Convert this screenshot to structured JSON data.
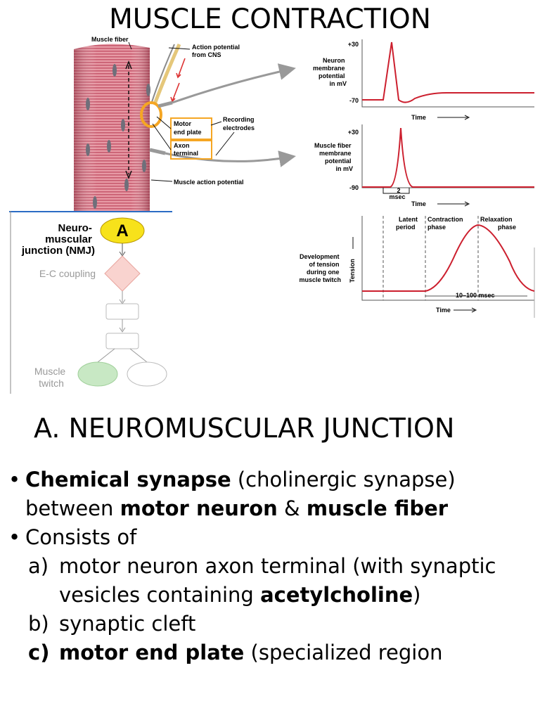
{
  "title": "MUSCLE CONTRACTION",
  "muscle_figure": {
    "muscle_fiber_label": "Muscle fiber",
    "action_potential_label": [
      "Action potential",
      "from CNS"
    ],
    "motor_end_plate_label": [
      "Motor",
      "end plate"
    ],
    "axon_terminal_label": [
      "Axon",
      "terminal"
    ],
    "recording_electrodes_label": [
      "Recording",
      "electrodes"
    ],
    "muscle_action_potential_label": "Muscle action potential"
  },
  "graphs": {
    "neuron": {
      "ylabel": [
        "Neuron",
        "membrane",
        "potential",
        "in mV"
      ],
      "top_tick": "+30",
      "bottom_tick": "-70",
      "xlabel": "Time"
    },
    "muscle": {
      "ylabel": [
        "Muscle fiber",
        "membrane",
        "potential",
        "in mV"
      ],
      "top_tick": "+30",
      "bottom_tick": "-90",
      "duration_label": [
        "2",
        "msec"
      ],
      "xlabel": "Time"
    },
    "tension": {
      "ylabel": [
        "Development",
        "of tension",
        "during one",
        "muscle twitch"
      ],
      "axis_label": "Tension",
      "latent_label": [
        "Latent",
        "period"
      ],
      "contraction_label": [
        "Contraction",
        "phase"
      ],
      "relaxation_label": [
        "Relaxation",
        "phase"
      ],
      "duration_label": "10–100 msec",
      "xlabel": "Time"
    }
  },
  "flowchart": {
    "nmj_label": [
      "Neuro-",
      "muscular",
      "junction (NMJ)"
    ],
    "badge": "A",
    "ec_label": "E-C coupling",
    "twitch_label": [
      "Muscle",
      "twitch"
    ],
    "colors": {
      "badge": "#f7e21b",
      "diamond": "#f9d3cf",
      "twitch": "#c8e8c4"
    }
  },
  "section_heading": "A. NEUROMUSCULAR JUNCTION",
  "body": {
    "bullet": "•",
    "b1": {
      "t1": "Chemical synapse",
      "t2": " (cholinergic synapse) between ",
      "t3": "motor neuron",
      "t4": " & ",
      "t5": "muscle fiber"
    },
    "b2": "Consists of",
    "a_label": "a)",
    "a": {
      "t1": "motor neuron axon terminal (with synaptic vesicles containing ",
      "t2": "acetylcholine",
      "t3": ")"
    },
    "b_label": "b)",
    "b": "synaptic cleft",
    "c_label": "c)",
    "c": {
      "t1": "motor end plate",
      "t2": " (specialized region"
    }
  }
}
